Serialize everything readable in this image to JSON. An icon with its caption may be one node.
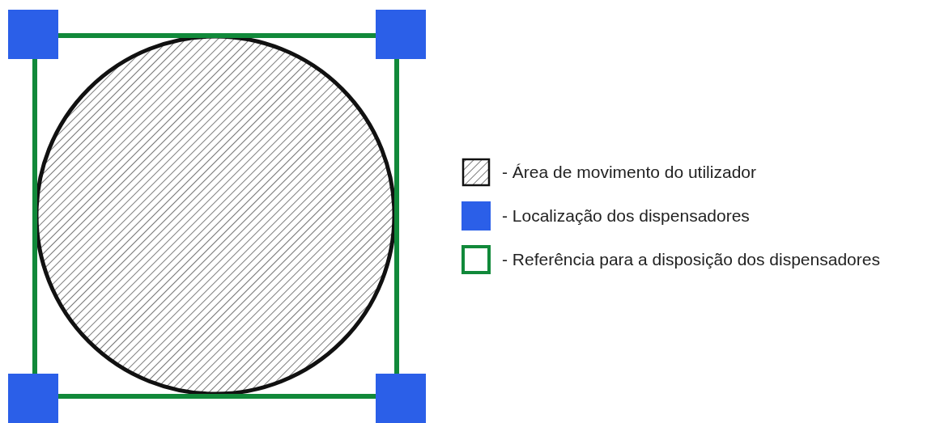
{
  "diagram": {
    "legend": [
      {
        "text": "- Área de movimento do utilizador"
      },
      {
        "text": "- Localização dos dispensadores",
        "color": "#2b5fe8"
      },
      {
        "text": "- Referência para a disposição dos dispensadores"
      }
    ]
  }
}
